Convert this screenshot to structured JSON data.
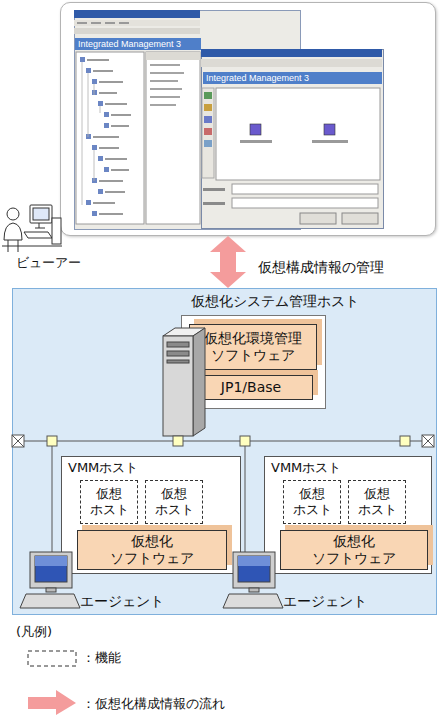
{
  "diagram": {
    "nodes": [
      {
        "text": [
          "Integrated Management 3"
        ]
      },
      {
        "text": [
          "Integrated Management 3"
        ],
        "in": 0
      },
      {
        "text": [
          "仮想化システム管理ホスト"
        ]
      },
      {
        "text": [
          "仮想化環境管理 ソフトウェア"
        ],
        "in": 2
      },
      {
        "text": [
          "JP1/Base"
        ],
        "in": 2
      },
      {
        "text": [
          "VMMホスト"
        ],
        "in": 2
      },
      {
        "text": [
          "仮想 ホスト"
        ],
        "in": 5
      },
      {
        "text": [
          "仮想 ホスト"
        ],
        "in": 5
      },
      {
        "text": [
          "仮想化 ソフトウェア"
        ],
        "in": 5
      },
      {
        "text": [
          "VMMホスト"
        ],
        "in": 2
      },
      {
        "text": [
          "仮想 ホスト"
        ],
        "in": 9
      },
      {
        "text": [
          "仮想 ホスト"
        ],
        "in": 9
      },
      {
        "text": [
          "仮想化 ソフトウェア"
        ],
        "in": 9
      }
    ],
    "edges": [
      {
        "from": 0,
        "to": 2,
        "arrow": "both",
        "label": "仮想構成情報の管理"
      }
    ],
    "labels": [
      "ビューアー",
      "エージェント",
      "エージェント",
      "(凡例)"
    ],
    "legend": [
      {
        "text": "：機能"
      },
      {
        "text": "：仮想化構成情報の流れ"
      }
    ]
  }
}
